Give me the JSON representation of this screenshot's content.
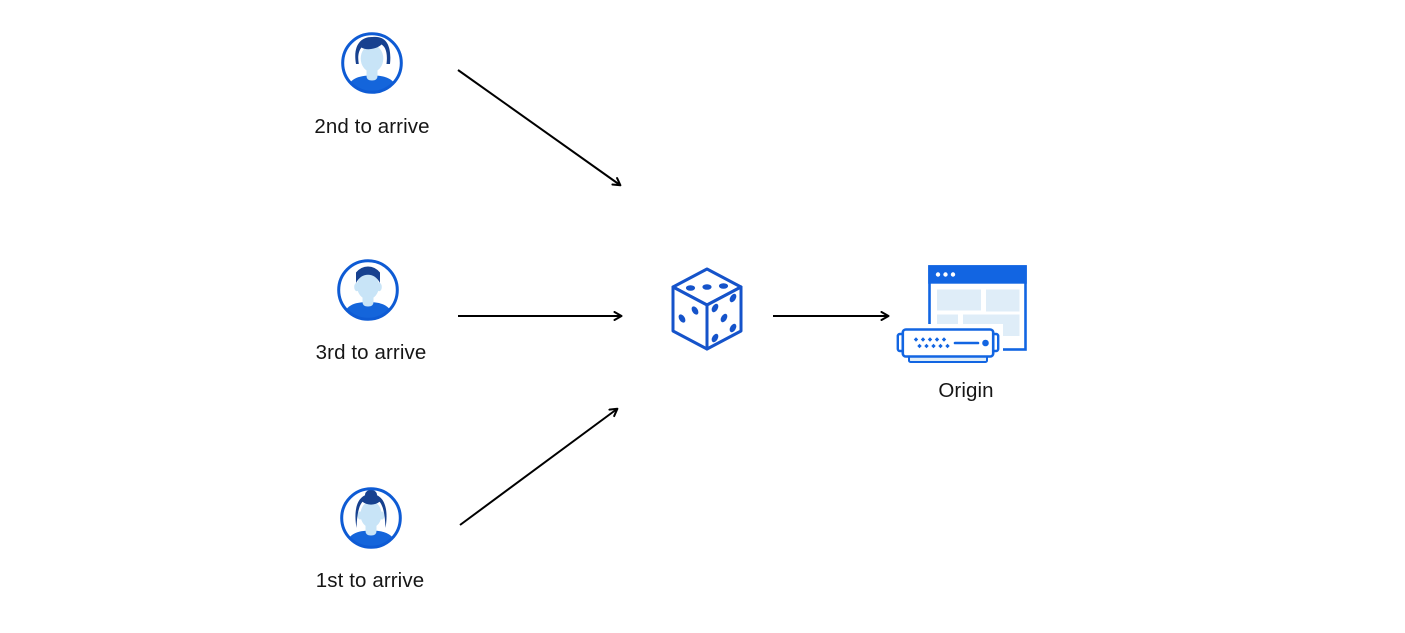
{
  "diagram": {
    "background": "#ffffff",
    "nodes": {
      "user_top": {
        "label": "2nd to arrive",
        "icon": "man-avatar-swept-hair"
      },
      "user_middle": {
        "label": "3rd to arrive",
        "icon": "man-avatar-short-hair"
      },
      "user_bottom": {
        "label": "1st to arrive",
        "icon": "woman-avatar-bun"
      },
      "randomizer": {
        "icon": "dice"
      },
      "origin": {
        "label": "Origin",
        "icon": "browser-window-with-server"
      }
    },
    "connections": [
      {
        "from": "user_top",
        "to": "randomizer"
      },
      {
        "from": "user_middle",
        "to": "randomizer"
      },
      {
        "from": "user_bottom",
        "to": "randomizer"
      },
      {
        "from": "randomizer",
        "to": "origin"
      }
    ],
    "colors": {
      "outline_blue": "#0E5BD4",
      "dice_blue": "#1553CA",
      "hair_navy": "#17418F",
      "face_light_blue": "#C8E4F7",
      "shirt_blue": "#1465DB",
      "window_bar_blue": "#1265E2",
      "window_block_blue": "#DFEDF8",
      "arrow_black": "#000000",
      "label_text": "#161616"
    }
  }
}
